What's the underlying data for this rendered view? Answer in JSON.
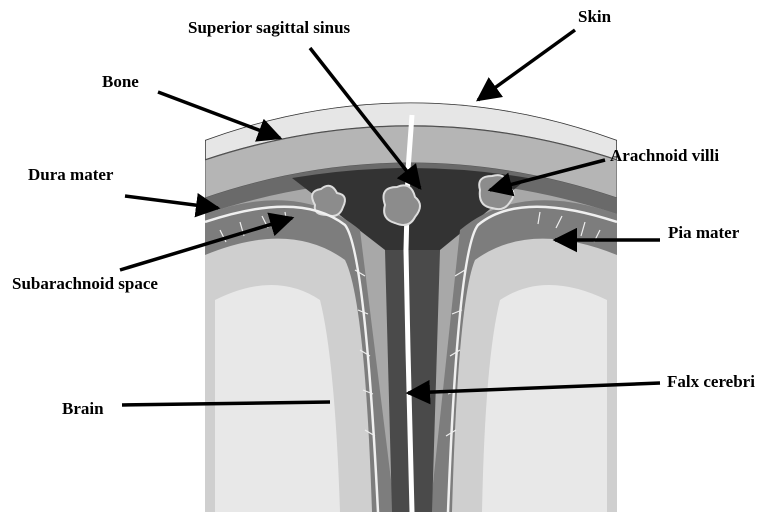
{
  "figure": {
    "labels": {
      "superior_sagittal_sinus": "Superior sagittal sinus",
      "skin": "Skin",
      "bone": "Bone",
      "dura_mater": "Dura mater",
      "arachnoid_villi": "Arachnoid villi",
      "pia_mater": "Pia mater",
      "subarachnoid_space": "Subarachnoid space",
      "falx_cerebri": "Falx cerebri",
      "brain": "Brain"
    }
  }
}
